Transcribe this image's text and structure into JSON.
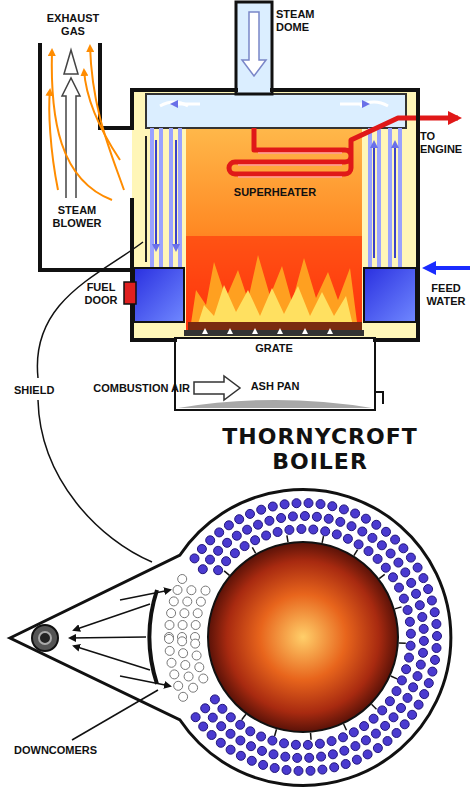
{
  "diagram": {
    "title": "THORNYCROFT BOILER",
    "labels": [
      "EXHAUST GAS",
      "STEAM DOME",
      "TO ENGINE",
      "SUPERHEATER",
      "STEAM BLOWER",
      "FUEL DOOR",
      "FEED WATER",
      "SHIELD",
      "GRATE",
      "COMBUSTION AIR",
      "ASH PAN",
      "DOWNCOMERS"
    ]
  }
}
